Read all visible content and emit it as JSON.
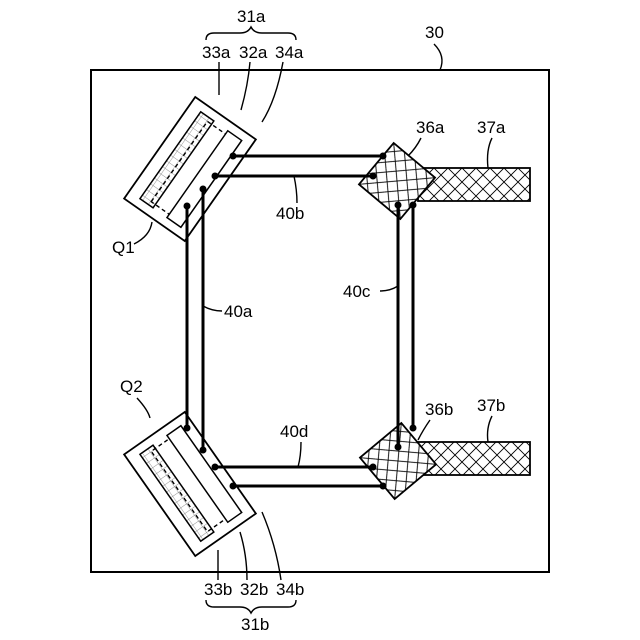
{
  "labels": {
    "l30": "30",
    "l31a": "31a",
    "l33a": "33a",
    "l32a": "32a",
    "l34a": "34a",
    "l36a": "36a",
    "l37a": "37a",
    "l40b": "40b",
    "lQ1": "Q1",
    "l40c": "40c",
    "l40a": "40a",
    "lQ2": "Q2",
    "l36b": "36b",
    "l37b": "37b",
    "l40d": "40d",
    "l33b": "33b",
    "l32b": "32b",
    "l34b": "34b",
    "l31b": "31b"
  }
}
